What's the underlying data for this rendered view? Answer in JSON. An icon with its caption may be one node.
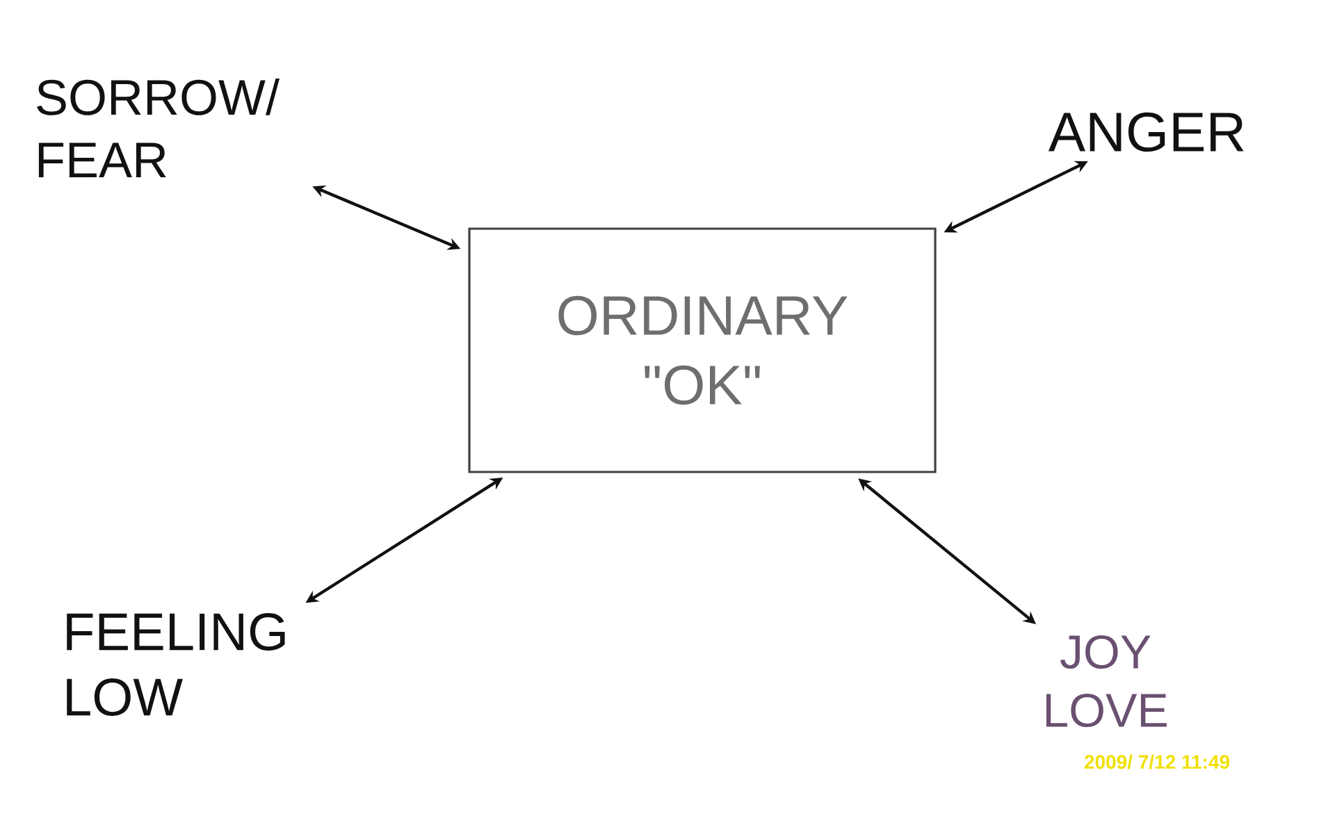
{
  "diagram": {
    "nodes": [
      {
        "text": [
          "ORDINARY \"OK\""
        ]
      },
      {
        "text": [
          "SORROW/ FEAR"
        ]
      },
      {
        "text": [
          "ANGER"
        ]
      },
      {
        "text": [
          "FEELING LOW"
        ]
      },
      {
        "text": [
          "JOY LOVE"
        ]
      }
    ],
    "edges": [
      {
        "from": 1,
        "to": 0,
        "arrow": "both"
      },
      {
        "from": 2,
        "to": 0,
        "arrow": "both"
      },
      {
        "from": 3,
        "to": 0,
        "arrow": "both"
      },
      {
        "from": 4,
        "to": 0,
        "arrow": "both"
      }
    ],
    "labels": [
      "2009/ 7/12 11:49"
    ]
  }
}
